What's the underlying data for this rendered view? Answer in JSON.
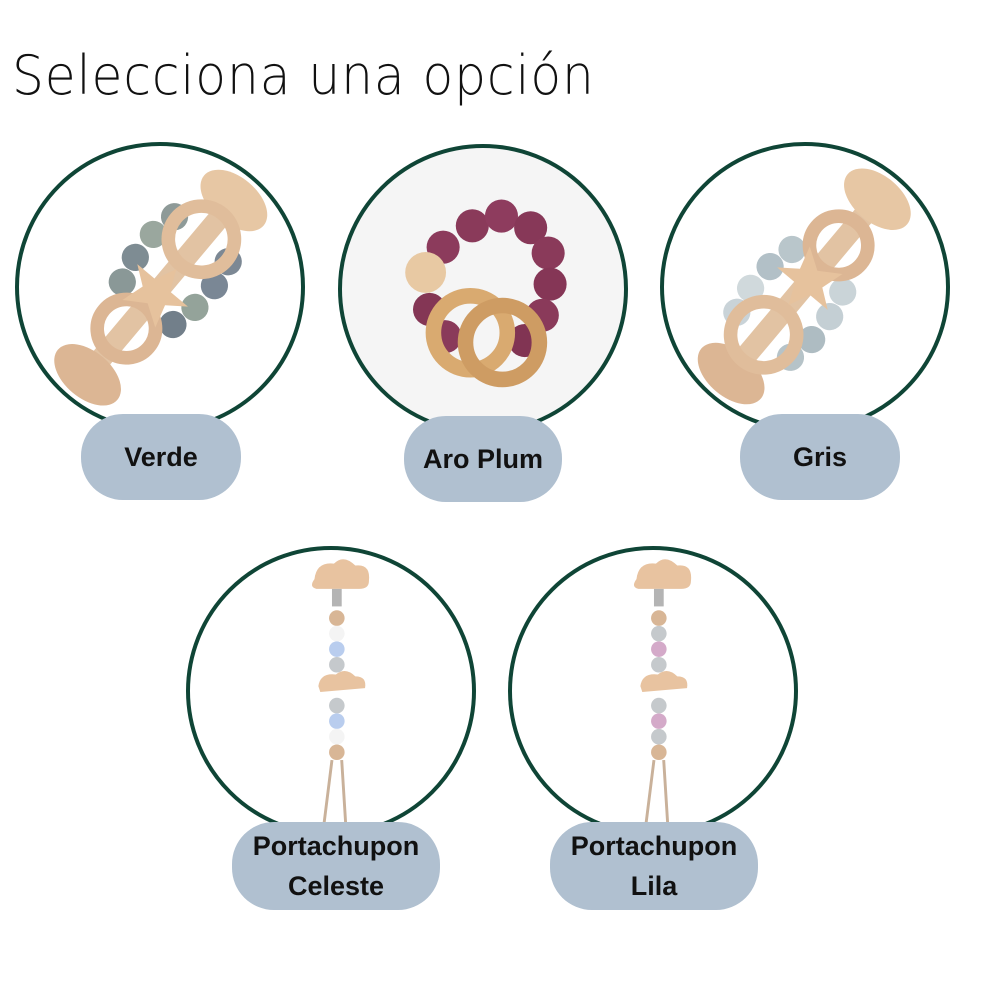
{
  "title": "Selecciona una opción",
  "options": [
    {
      "label": "Verde",
      "icon": "teether-rattle-green-icon"
    },
    {
      "label": "Aro Plum",
      "icon": "teether-ring-plum-icon"
    },
    {
      "label": "Gris",
      "icon": "teether-rattle-gray-icon"
    },
    {
      "label_line1": "Portachupon",
      "label_line2": "Celeste",
      "icon": "pacifier-clip-blue-icon"
    },
    {
      "label_line1": "Portachupon",
      "label_line2": "Lila",
      "icon": "pacifier-clip-lilac-icon"
    }
  ],
  "colors": {
    "ring": "#0f4536",
    "label_bg": "#b0c0d0",
    "wood": "#e7c7a4",
    "bead_green": "#8e9a98",
    "bead_gray": "#b6c3c8",
    "bead_plum": "#8a3a5a",
    "bead_blue": "#b9cdee",
    "bead_lilac": "#d4aac9"
  }
}
